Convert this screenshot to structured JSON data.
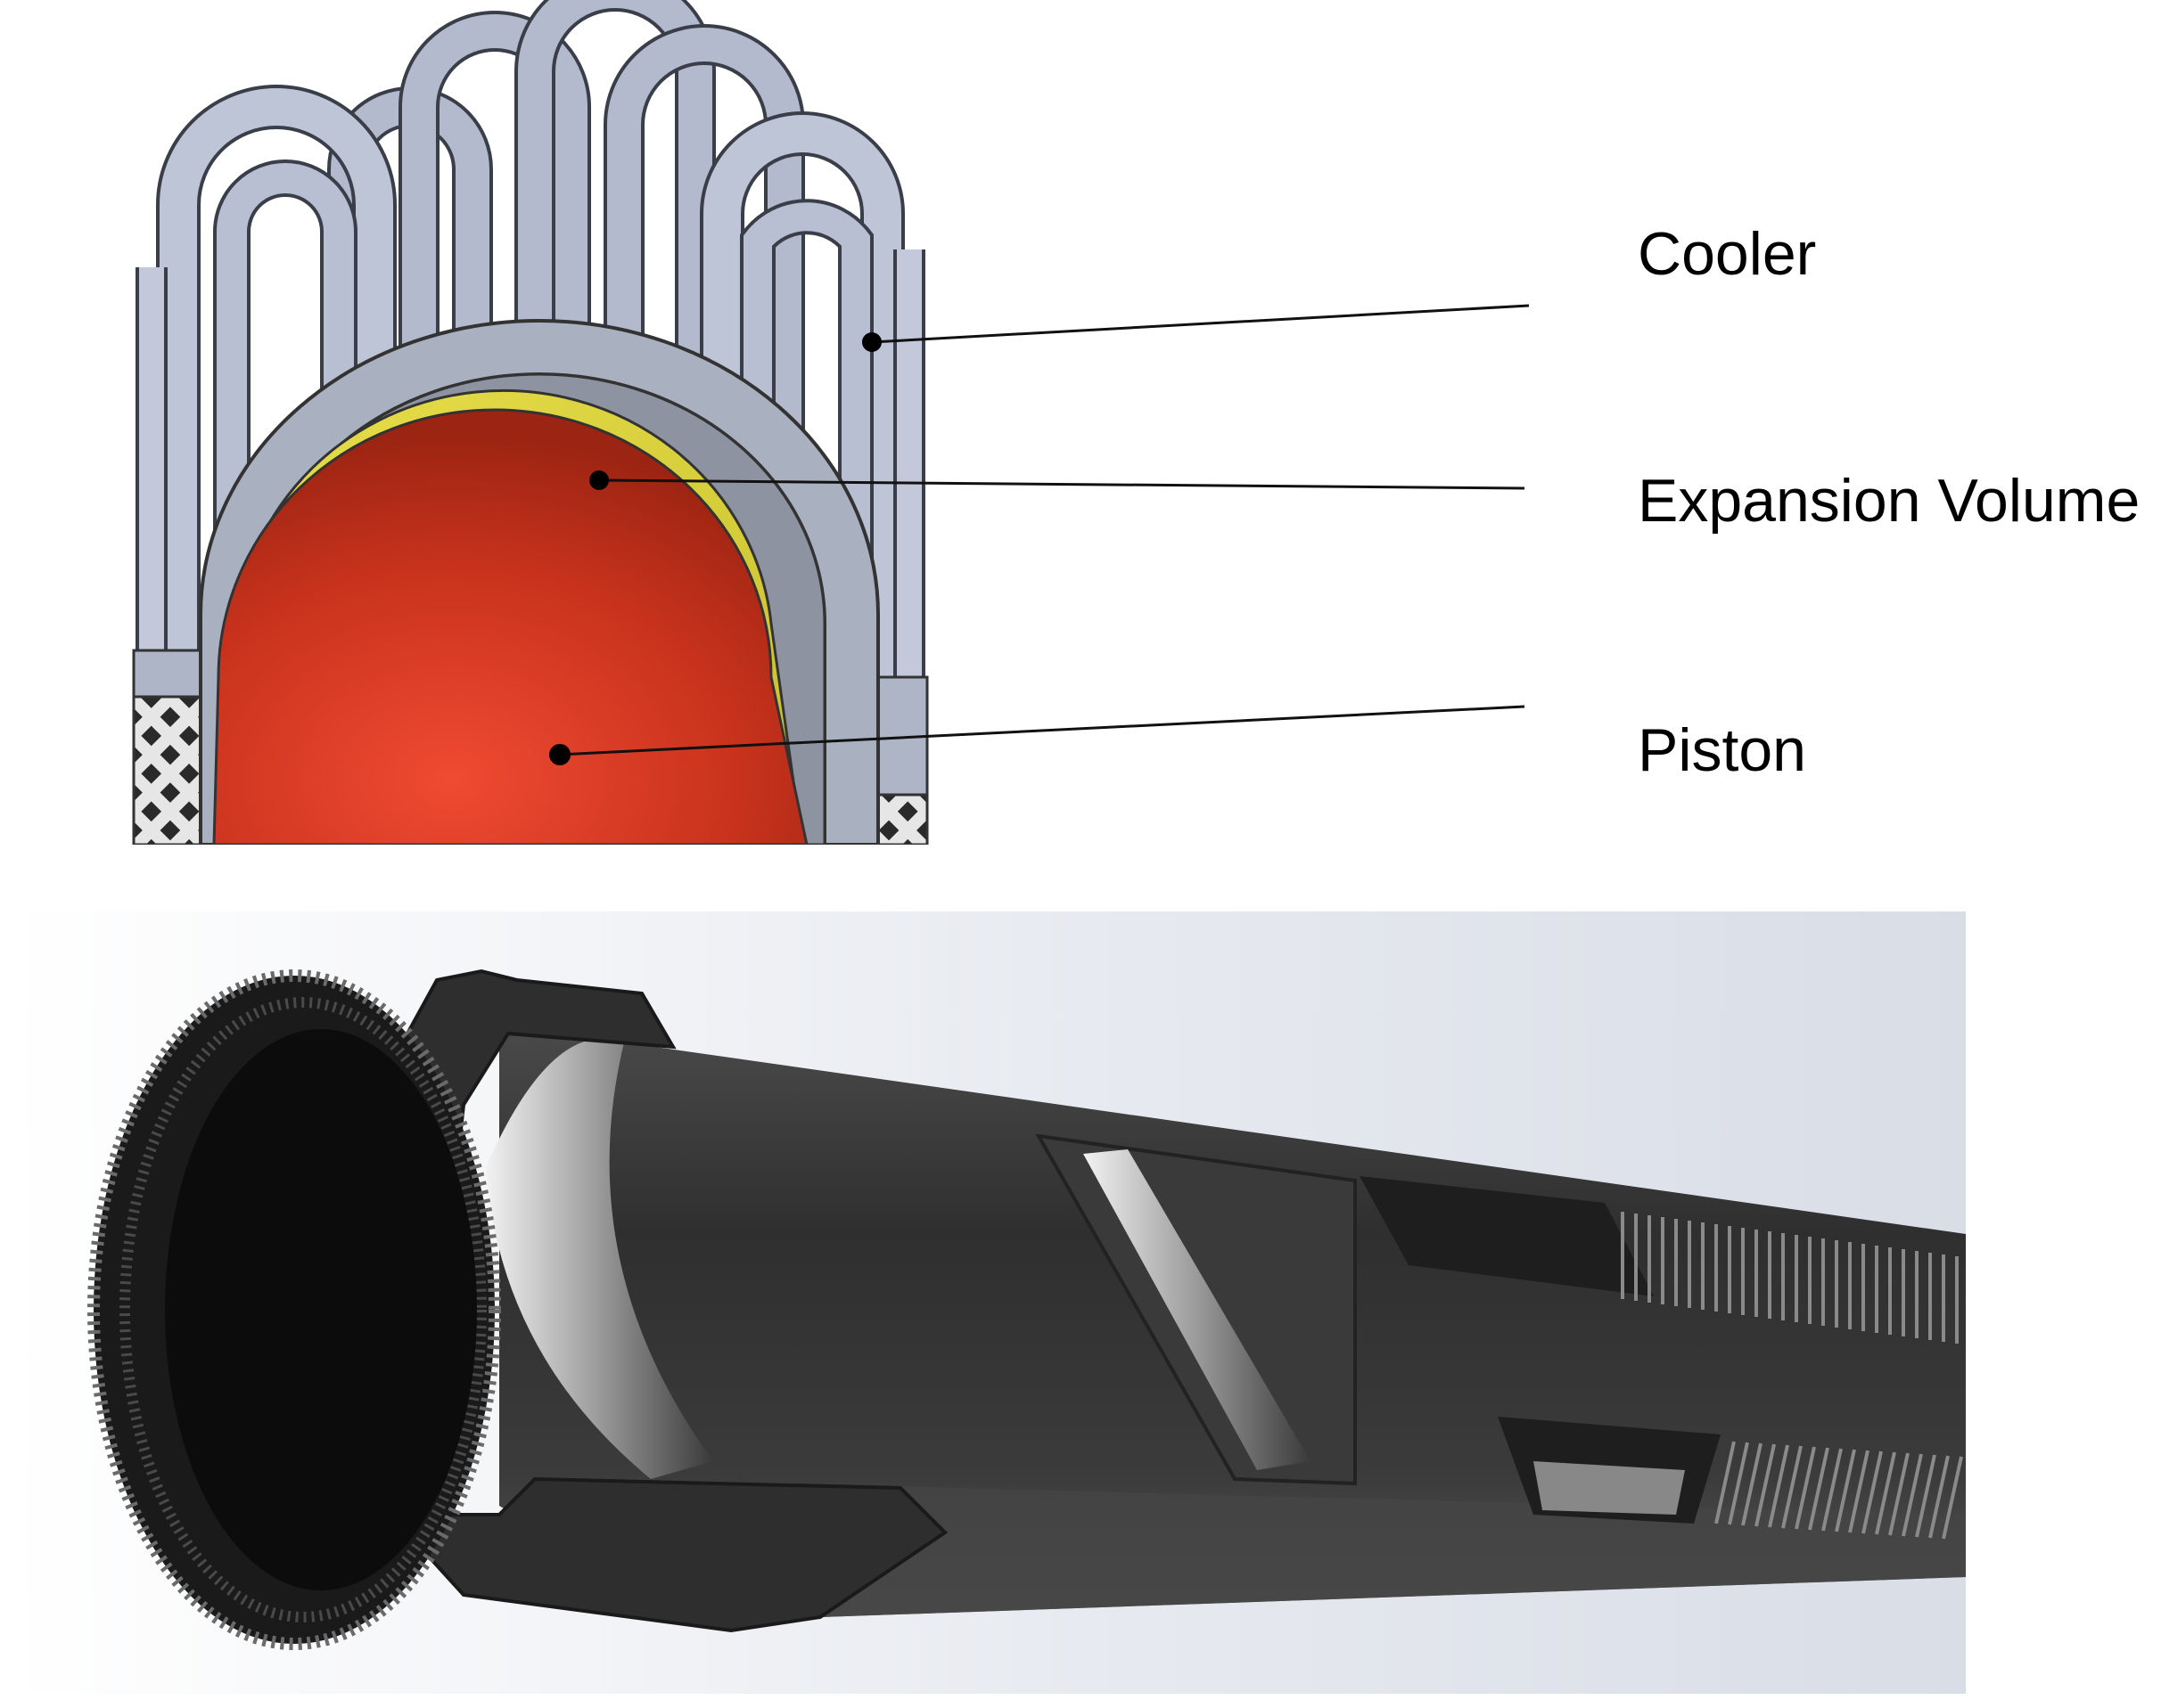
{
  "labels": {
    "cooler": "Cooler",
    "expansion_volume": "Expansion Volume",
    "piston": "Piston"
  },
  "colors": {
    "tube_fill": "#b9c0d2",
    "tube_edge": "#3a3e48",
    "dome_gray": "#a7aebd",
    "expansion_yellow": "#dcd33d",
    "piston_red": "#c7361e",
    "leader_line": "#111111",
    "render_body": "#2b2b2b"
  }
}
